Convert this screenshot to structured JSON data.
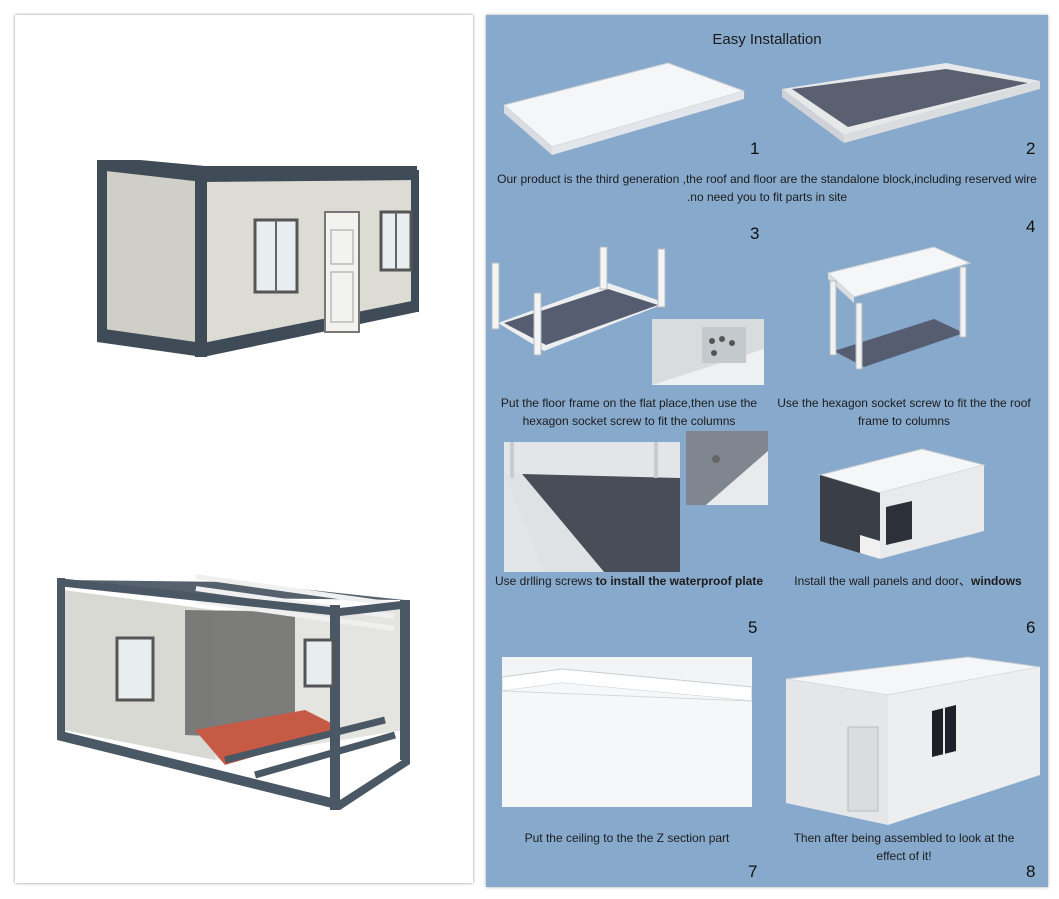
{
  "title": "Easy Installation",
  "steps": [
    {
      "num": "1"
    },
    {
      "num": "2"
    },
    {
      "num": "3"
    },
    {
      "num": "4"
    },
    {
      "num": "5"
    },
    {
      "num": "6"
    },
    {
      "num": "7"
    },
    {
      "num": "8"
    }
  ],
  "captions": {
    "intro": "Our product is the third generation ,the roof and floor are the standalone block,including reserved wire .no need you to fit parts in site",
    "step3": "Put the floor frame on the flat place,then use the hexagon socket screw to fit the columns",
    "step4": "Use the hexagon socket screw to fit the the roof frame to columns",
    "step5_a": "Use drlling screws ",
    "step5_b": "to install the waterproof plate",
    "step6_a": "Install the wall panels and door、",
    "step6_b": "windows",
    "step7": "Put the ceiling to the the Z section part",
    "step8": "Then after being assembled to look at the effect of it!"
  }
}
